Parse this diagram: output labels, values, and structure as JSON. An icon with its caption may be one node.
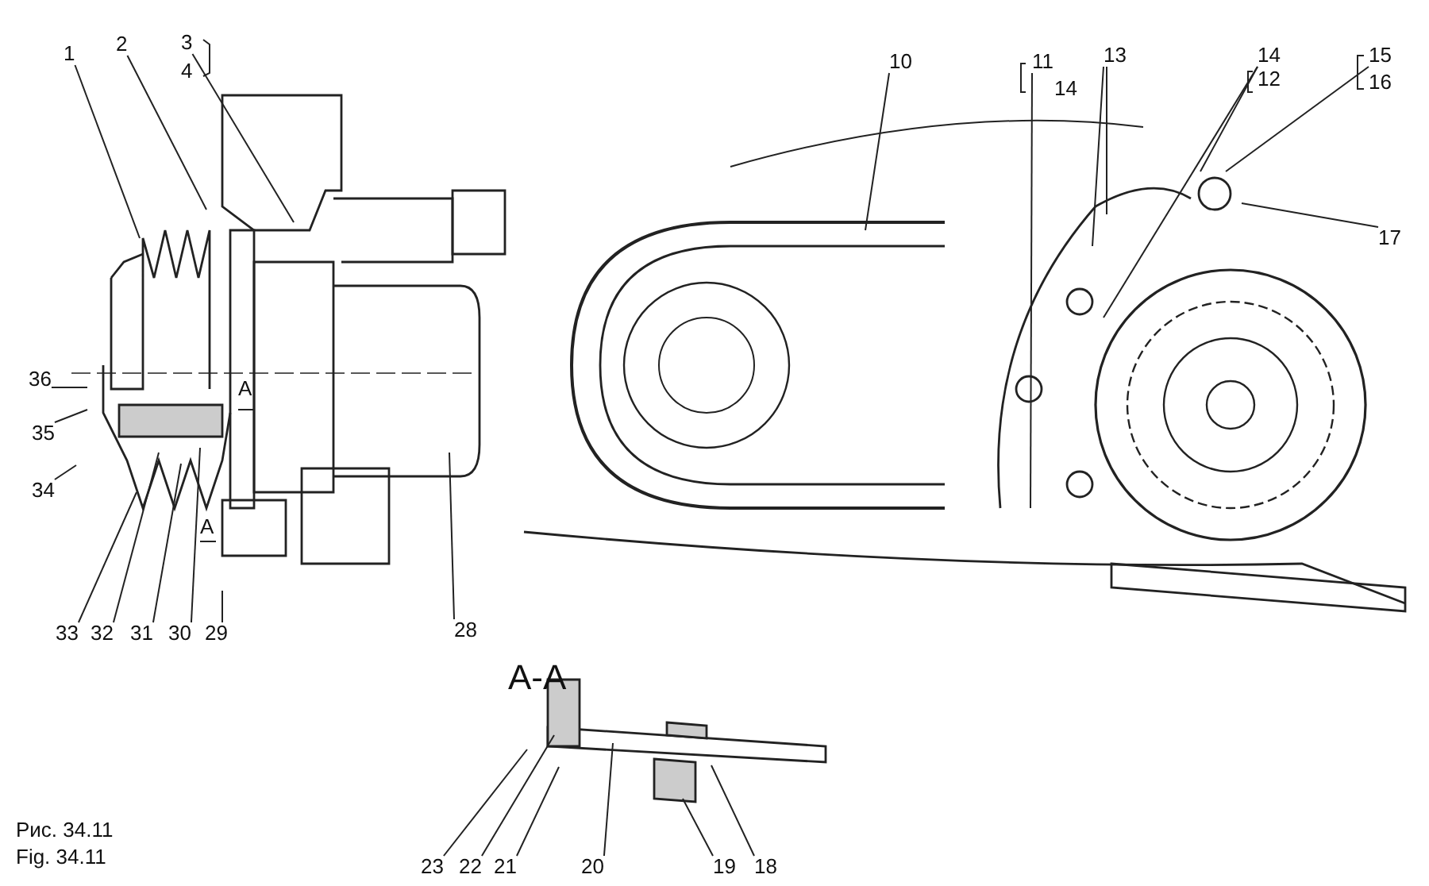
{
  "diagram": {
    "nodes": [
      {
        "text": [
          "1"
        ]
      },
      {
        "text": [
          "2"
        ]
      },
      {
        "text": [
          "3"
        ]
      },
      {
        "text": [
          "10"
        ]
      },
      {
        "text": [
          "11"
        ]
      },
      {
        "text": [
          "13"
        ]
      },
      {
        "text": [
          "14"
        ]
      },
      {
        "text": [
          "15"
        ]
      },
      {
        "text": [
          "17"
        ]
      },
      {
        "text": [
          "36"
        ]
      },
      {
        "text": [
          "35"
        ]
      },
      {
        "text": [
          "34"
        ]
      },
      {
        "text": [
          "28"
        ]
      },
      {
        "text": [
          "33"
        ]
      },
      {
        "text": [
          "32"
        ]
      },
      {
        "text": [
          "31"
        ]
      },
      {
        "text": [
          "30"
        ]
      },
      {
        "text": [
          "29"
        ]
      },
      {
        "text": [
          "23"
        ]
      },
      {
        "text": [
          "22"
        ]
      },
      {
        "text": [
          "21"
        ]
      },
      {
        "text": [
          "20"
        ]
      },
      {
        "text": [
          "19"
        ]
      },
      {
        "text": [
          "18"
        ]
      }
    ],
    "edges": [
      {
        "from": 0,
        "to": null,
        "arrow": "none"
      },
      {
        "from": 1,
        "to": null,
        "arrow": "none"
      },
      {
        "from": 2,
        "to": null,
        "arrow": "none"
      },
      {
        "from": 3,
        "to": null,
        "arrow": "none"
      },
      {
        "from": 4,
        "to": null,
        "arrow": "none"
      },
      {
        "from": 5,
        "to": null,
        "arrow": "none"
      },
      {
        "from": 5,
        "to": null,
        "arrow": "none"
      },
      {
        "from": 6,
        "to": null,
        "arrow": "none"
      },
      {
        "from": 6,
        "to": null,
        "arrow": "none"
      },
      {
        "from": 7,
        "to": null,
        "arrow": "none"
      },
      {
        "from": 8,
        "to": null,
        "arrow": "none"
      },
      {
        "from": 9,
        "to": null,
        "arrow": "none"
      },
      {
        "from": 10,
        "to": null,
        "arrow": "none"
      },
      {
        "from": 11,
        "to": null,
        "arrow": "none"
      },
      {
        "from": 12,
        "to": null,
        "arrow": "none"
      },
      {
        "from": 13,
        "to": null,
        "arrow": "none"
      },
      {
        "from": 14,
        "to": null,
        "arrow": "none"
      },
      {
        "from": 15,
        "to": null,
        "arrow": "none"
      },
      {
        "from": 16,
        "to": null,
        "arrow": "none"
      },
      {
        "from": 17,
        "to": null,
        "arrow": "none"
      },
      {
        "from": 18,
        "to": null,
        "arrow": "none"
      },
      {
        "from": 19,
        "to": null,
        "arrow": "none"
      },
      {
        "from": 20,
        "to": null,
        "arrow": "none"
      },
      {
        "from": 21,
        "to": null,
        "arrow": "none"
      },
      {
        "from": 22,
        "to": null,
        "arrow": "none"
      },
      {
        "from": 23,
        "to": null,
        "arrow": "none"
      }
    ],
    "labels": [
      "4",
      "14",
      "12",
      "16",
      "A",
      "A",
      "A-A",
      "Рис. 34.11",
      "Fig. 34.11"
    ]
  }
}
